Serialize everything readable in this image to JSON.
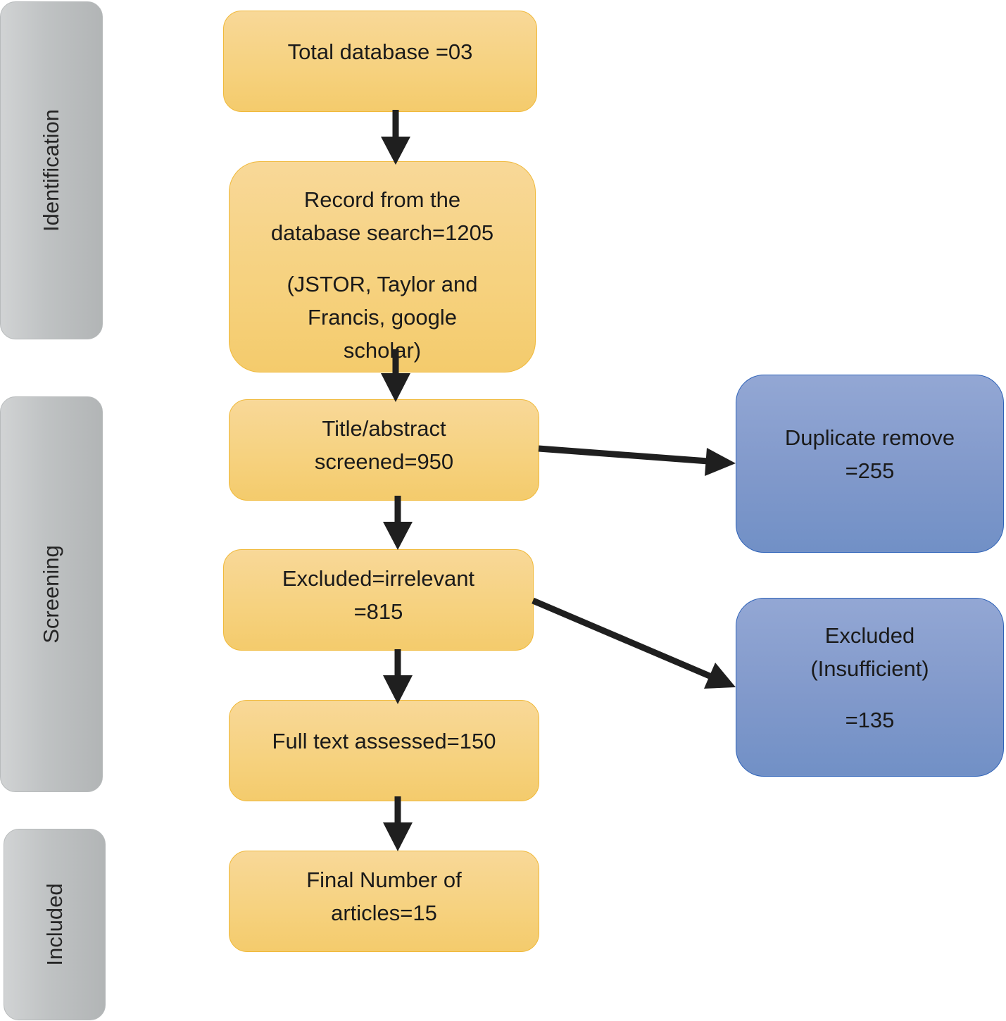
{
  "phases": {
    "identification": "Identification",
    "screening": "Screening",
    "included": "Included"
  },
  "boxes": {
    "total_database": "Total database =03",
    "records_line1": "Record from the",
    "records_line2": "database search=1205",
    "records_line3": "(JSTOR, Taylor and",
    "records_line4": "Francis, google",
    "records_line5": "scholar)",
    "title_abstract_line1": "Title/abstract",
    "title_abstract_line2": "screened=950",
    "excluded_irrelevant_line1": "Excluded=irrelevant",
    "excluded_irrelevant_line2": "=815",
    "full_text": "Full text assessed=150",
    "final_line1": "Final Number of",
    "final_line2": "articles=15",
    "duplicate_line1": "Duplicate remove",
    "duplicate_line2": "=255",
    "insufficient_line1": "Excluded",
    "insufficient_line2": "(Insufficient)",
    "insufficient_line3": "=135"
  },
  "colors": {
    "process_fill": "#f6d280",
    "process_border": "#f0b93a",
    "exclusion_fill": "#8199cb",
    "exclusion_border": "#2e62b8",
    "phase_fill": "#bfc2c3",
    "arrow": "#1f1f1f"
  }
}
